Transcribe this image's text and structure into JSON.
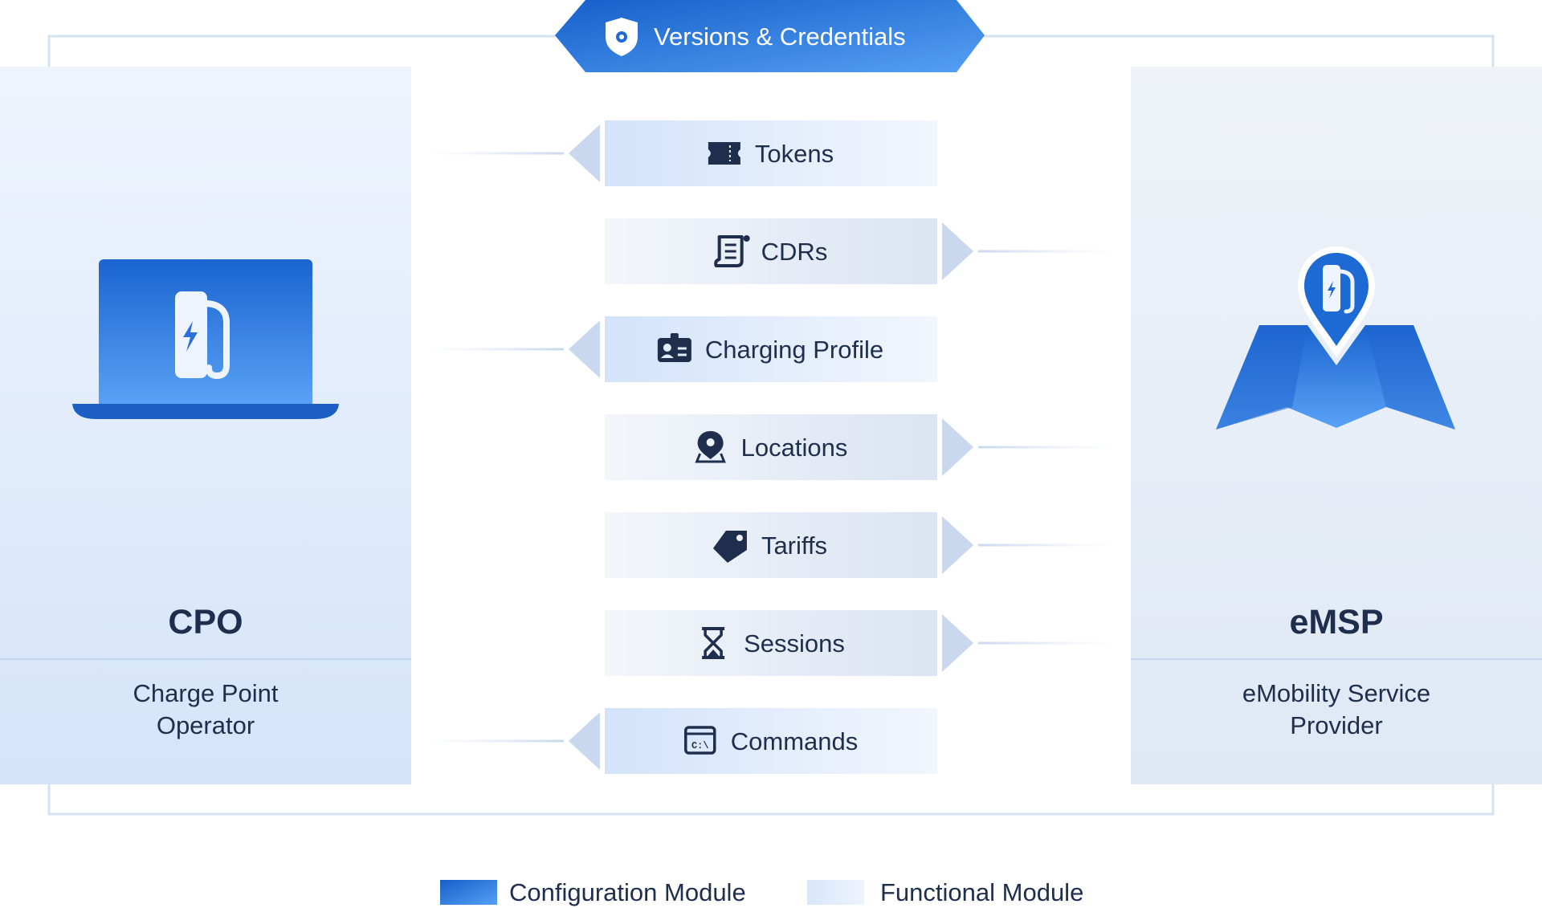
{
  "header": {
    "title": "Versions & Credentials",
    "icon": "shield-gear-icon"
  },
  "left_party": {
    "abbr": "CPO",
    "name_line1": "Charge Point",
    "name_line2": "Operator",
    "icon": "laptop-charger-icon"
  },
  "right_party": {
    "abbr": "eMSP",
    "name_line1": "eMobility Service",
    "name_line2": "Provider",
    "icon": "map-pin-charger-icon"
  },
  "modules": [
    {
      "label": "Tokens",
      "icon": "ticket-icon",
      "direction": "to-cpo"
    },
    {
      "label": "CDRs",
      "icon": "receipt-scroll-icon",
      "direction": "to-emsp"
    },
    {
      "label": "Charging Profile",
      "icon": "profile-card-icon",
      "direction": "to-cpo"
    },
    {
      "label": "Locations",
      "icon": "location-pin-icon",
      "direction": "to-emsp"
    },
    {
      "label": "Tariffs",
      "icon": "price-tag-icon",
      "direction": "to-emsp"
    },
    {
      "label": "Sessions",
      "icon": "hourglass-icon",
      "direction": "to-emsp"
    },
    {
      "label": "Commands",
      "icon": "terminal-icon",
      "direction": "to-cpo"
    }
  ],
  "legend": {
    "configuration": "Configuration Module",
    "functional": "Functional Module"
  },
  "colors": {
    "config_dark": "#1d6ad4",
    "config_light": "#4f98f2",
    "functional_light": "#dbe8fb",
    "functional_pale": "#f1f5fb",
    "panel_top": "#eef4fd",
    "panel_bottom": "#d6e5fb",
    "text": "#1e2e4c",
    "arrow": "#c9d8ee"
  }
}
